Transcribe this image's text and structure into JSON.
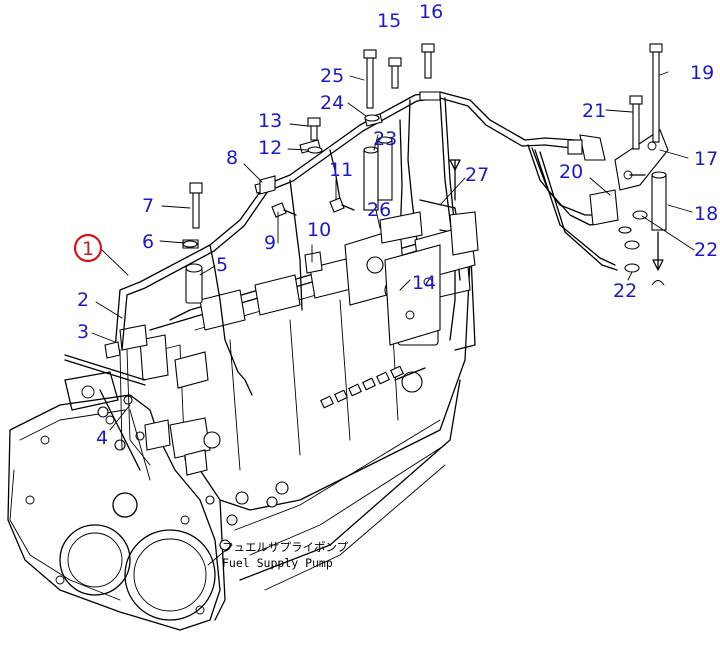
{
  "diagram": {
    "main_callout": "1",
    "colors": {
      "callout": "#1a1acc",
      "main_callout": "#cc1a1a",
      "lines": "#000000"
    },
    "labels": {
      "fuel_pump_jp": "フュエルサプライポンプ",
      "fuel_pump_en": "Fuel Supply Pump"
    },
    "callouts": [
      "2",
      "3",
      "4",
      "5",
      "6",
      "7",
      "8",
      "9",
      "10",
      "11",
      "12",
      "13",
      "14",
      "15",
      "16",
      "17",
      "18",
      "19",
      "20",
      "21",
      "22",
      "22",
      "23",
      "24",
      "25",
      "26",
      "27"
    ]
  }
}
